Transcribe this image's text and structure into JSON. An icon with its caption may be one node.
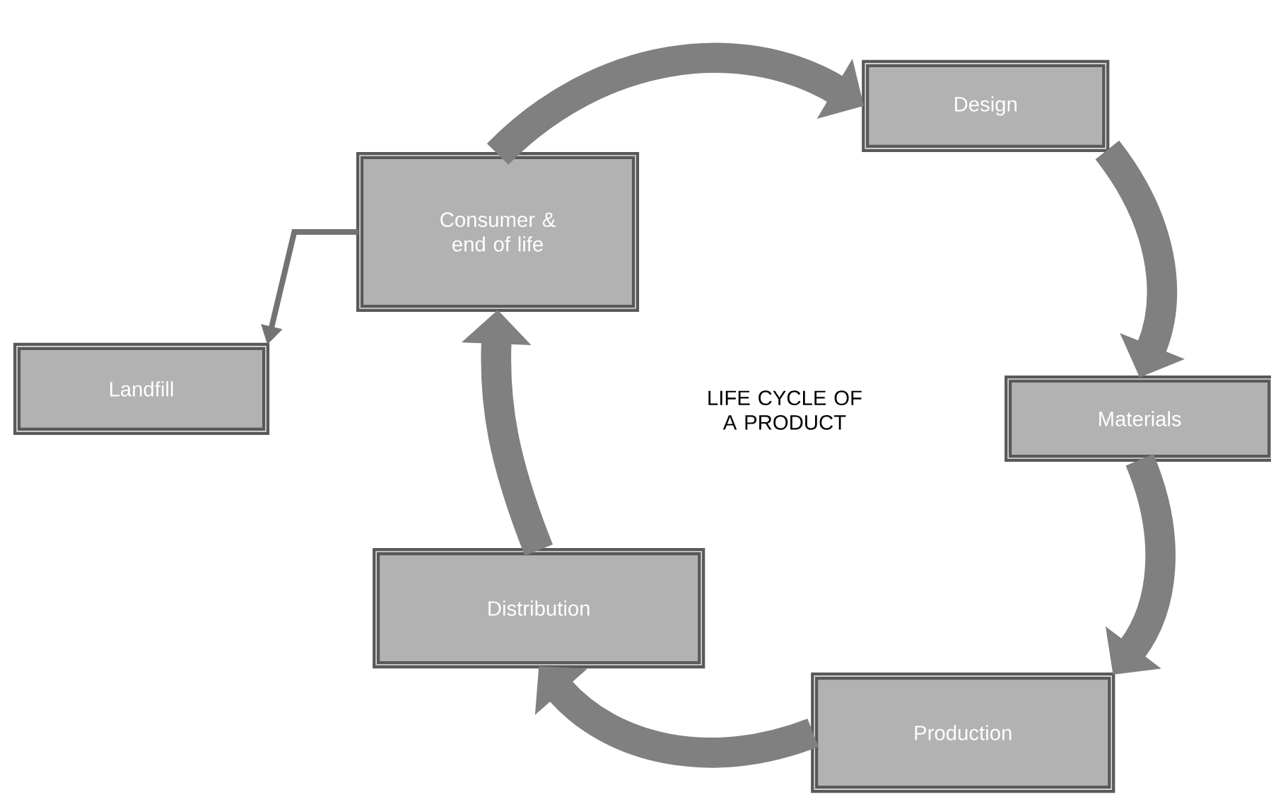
{
  "diagram": {
    "title": "LIFE CYCLE OF A PRODUCT",
    "nodes": [
      {
        "text": [
          "Design"
        ]
      },
      {
        "text": [
          "Materials"
        ]
      },
      {
        "text": [
          "Production"
        ]
      },
      {
        "text": [
          "Distribution"
        ]
      },
      {
        "text": [
          "Consumer & end of life"
        ]
      },
      {
        "text": [
          "Landfill"
        ]
      }
    ],
    "edges": [
      {
        "from": 4,
        "to": 0,
        "arrow": "to"
      },
      {
        "from": 0,
        "to": 1,
        "arrow": "to"
      },
      {
        "from": 1,
        "to": 2,
        "arrow": "to"
      },
      {
        "from": 2,
        "to": 3,
        "arrow": "to"
      },
      {
        "from": 3,
        "to": 4,
        "arrow": "to"
      },
      {
        "from": 4,
        "to": 5,
        "arrow": "to"
      }
    ]
  }
}
